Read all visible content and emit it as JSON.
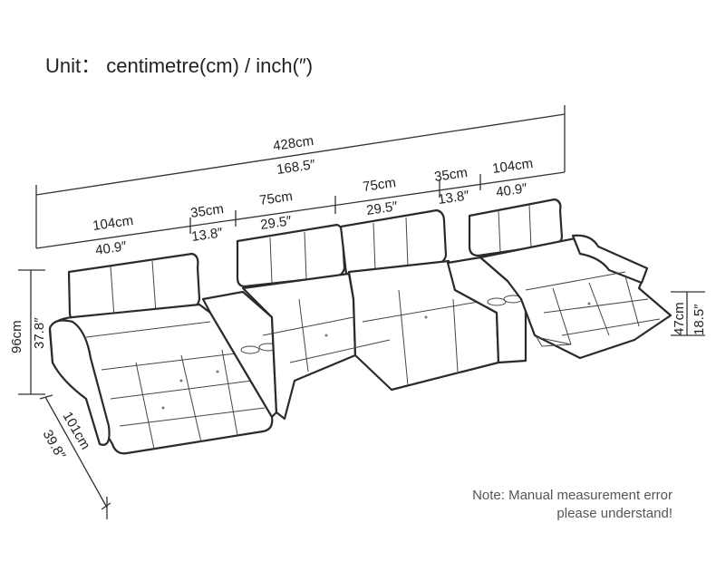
{
  "title": "Unit： centimetre(cm) / inch(″)",
  "dimensions": {
    "total_length_cm": "428cm",
    "total_length_in": "168.5″",
    "seg1_cm": "104cm",
    "seg1_in": "40.9″",
    "seg2_cm": "35cm",
    "seg2_in": "13.8″",
    "seg3_cm": "75cm",
    "seg3_in": "29.5″",
    "seg4_cm": "75cm",
    "seg4_in": "29.5″",
    "seg5_cm": "35cm",
    "seg5_in": "13.8″",
    "seg6_cm": "104cm",
    "seg6_in": "40.9″",
    "height_cm": "96cm",
    "height_in": "37.8″",
    "depth_cm": "101cm",
    "depth_in": "39.8″",
    "seat_height_cm": "47cm",
    "seat_height_in": "18.5″"
  },
  "note": {
    "line1": "Note: Manual measurement error",
    "line2": "please understand!"
  }
}
